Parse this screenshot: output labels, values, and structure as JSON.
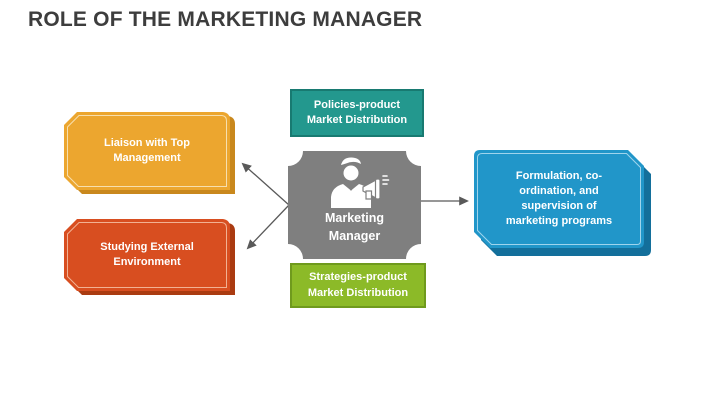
{
  "title": "ROLE OF THE MARKETING MANAGER",
  "center_node": {
    "label": "Marketing Manager",
    "icon": "person-with-megaphone-icon"
  },
  "nodes": {
    "policies": {
      "label": "Policies-product Market Distribution"
    },
    "liaison": {
      "label": "Liaison with Top Management"
    },
    "studying": {
      "label": "Studying External Environment"
    },
    "strategies": {
      "label": "Strategies-product Market Distribution"
    },
    "formulation": {
      "label": "Formulation, co-ordination, and supervision of marketing programs"
    }
  },
  "connectors": [
    {
      "from": "marketing-manager",
      "to": "liaison-with-top-management"
    },
    {
      "from": "marketing-manager",
      "to": "studying-external-environment"
    },
    {
      "from": "marketing-manager",
      "to": "formulation-coordination-supervision"
    }
  ],
  "colors": {
    "background": "#ffffff",
    "title_text": "#3d3d3d",
    "center_fill": "#7f7f7f",
    "node_text": "#ffffff",
    "connector": "#595959",
    "liaison_fill": "#eca62f",
    "liaison_shadow": "#c9881d",
    "studying_fill": "#d84e20",
    "studying_shadow": "#aa3b11",
    "policies_fill": "#23988e",
    "policies_border": "#187a71",
    "strategies_fill": "#8cba28",
    "strategies_border": "#6f9a1d",
    "formulation_fill": "#2196c9",
    "formulation_shadow": "#136f9b"
  }
}
